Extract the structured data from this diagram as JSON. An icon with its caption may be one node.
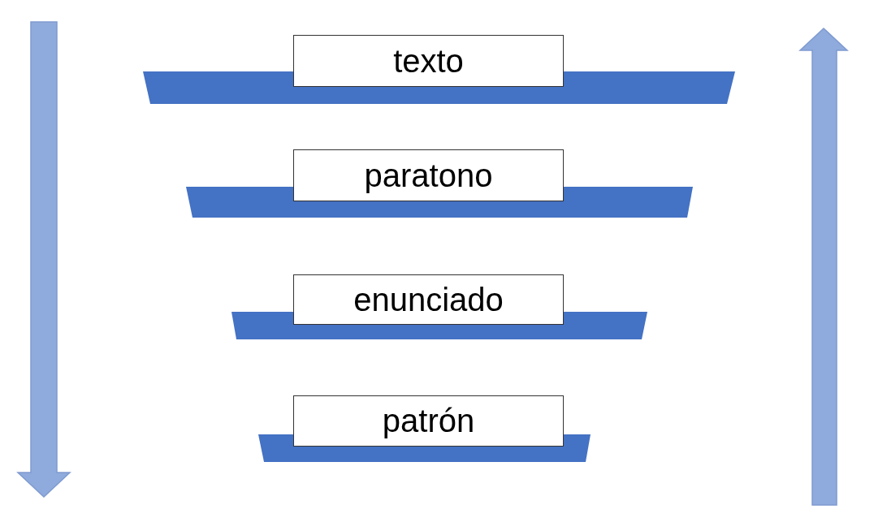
{
  "diagram": {
    "nodes": [
      {
        "text": [
          "texto"
        ]
      },
      {
        "text": [
          "paratono"
        ]
      },
      {
        "text": [
          "enunciado"
        ]
      },
      {
        "text": [
          "patrón"
        ]
      },
      {
        "text": [],
        "shape": "bar"
      },
      {
        "text": [],
        "shape": "bar"
      },
      {
        "text": [],
        "shape": "bar"
      },
      {
        "text": [],
        "shape": "bar"
      }
    ]
  }
}
